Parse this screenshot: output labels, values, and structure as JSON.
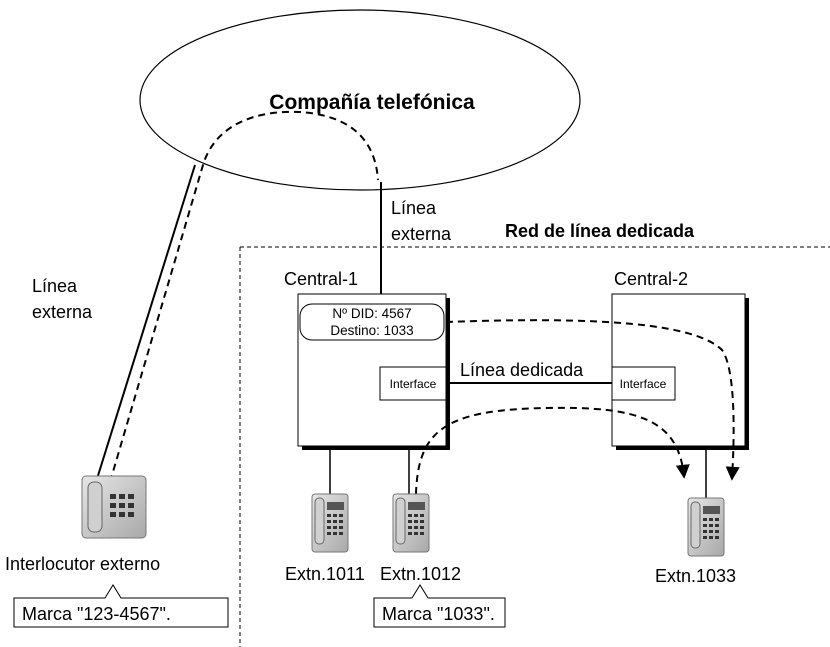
{
  "cloud_label": "Compañía telefónica",
  "network_label": "Red de línea dedicada",
  "left_line_label": {
    "line1": "Línea",
    "line2": "externa"
  },
  "top_line_label": {
    "line1": "Línea",
    "line2": "externa"
  },
  "pbx1": {
    "label": "Central-1",
    "did_number": "Nº DID: 4567",
    "destination": "Destino: 1033",
    "interface_label": "Interface"
  },
  "pbx2": {
    "label": "Central-2",
    "interface_label": "Interface"
  },
  "dedicated_line_label": "Línea dedicada",
  "external_party": {
    "label": "Interlocutor externo",
    "callout": "Marca \"123-4567\"."
  },
  "extensions": {
    "ext1011": "Extn.1011",
    "ext1012": "Extn.1012",
    "ext1033": "Extn.1033"
  },
  "ext1012_callout": "Marca \"1033\".",
  "icons": [
    "desk-phone-icon",
    "multiline-phone-icon"
  ]
}
